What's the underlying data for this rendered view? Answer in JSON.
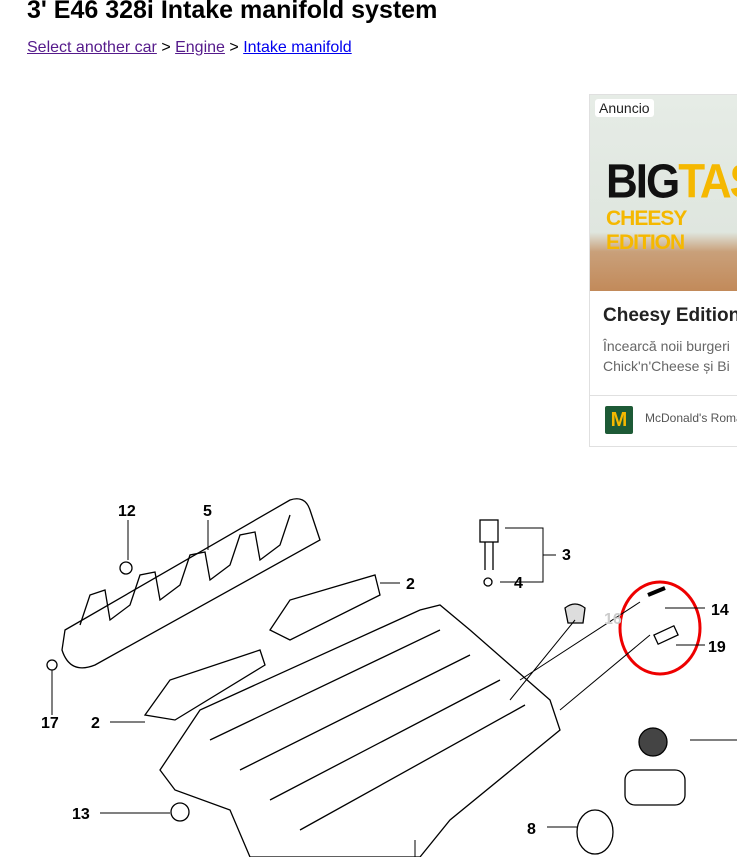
{
  "page": {
    "title": "3' E46 328i Intake manifold system"
  },
  "breadcrumb": {
    "item1": "Select another car",
    "sep": ">",
    "item2": "Engine",
    "item3": "Intake manifold"
  },
  "ad": {
    "badge": "Anuncio",
    "headline_big": "BIG",
    "headline_accent": "TAS",
    "subhead": "CHEESY EDITION",
    "title": "Cheesy Edition",
    "desc_line1": "Încearcă noii burgeri",
    "desc_line2": "Chick'n'Cheese și Bi",
    "advertiser": "McDonald's Romania",
    "logo": "M"
  },
  "diagram": {
    "callouts": [
      "12",
      "5",
      "3",
      "2",
      "4",
      "14",
      "16",
      "19",
      "17",
      "2",
      "13",
      "8"
    ]
  }
}
